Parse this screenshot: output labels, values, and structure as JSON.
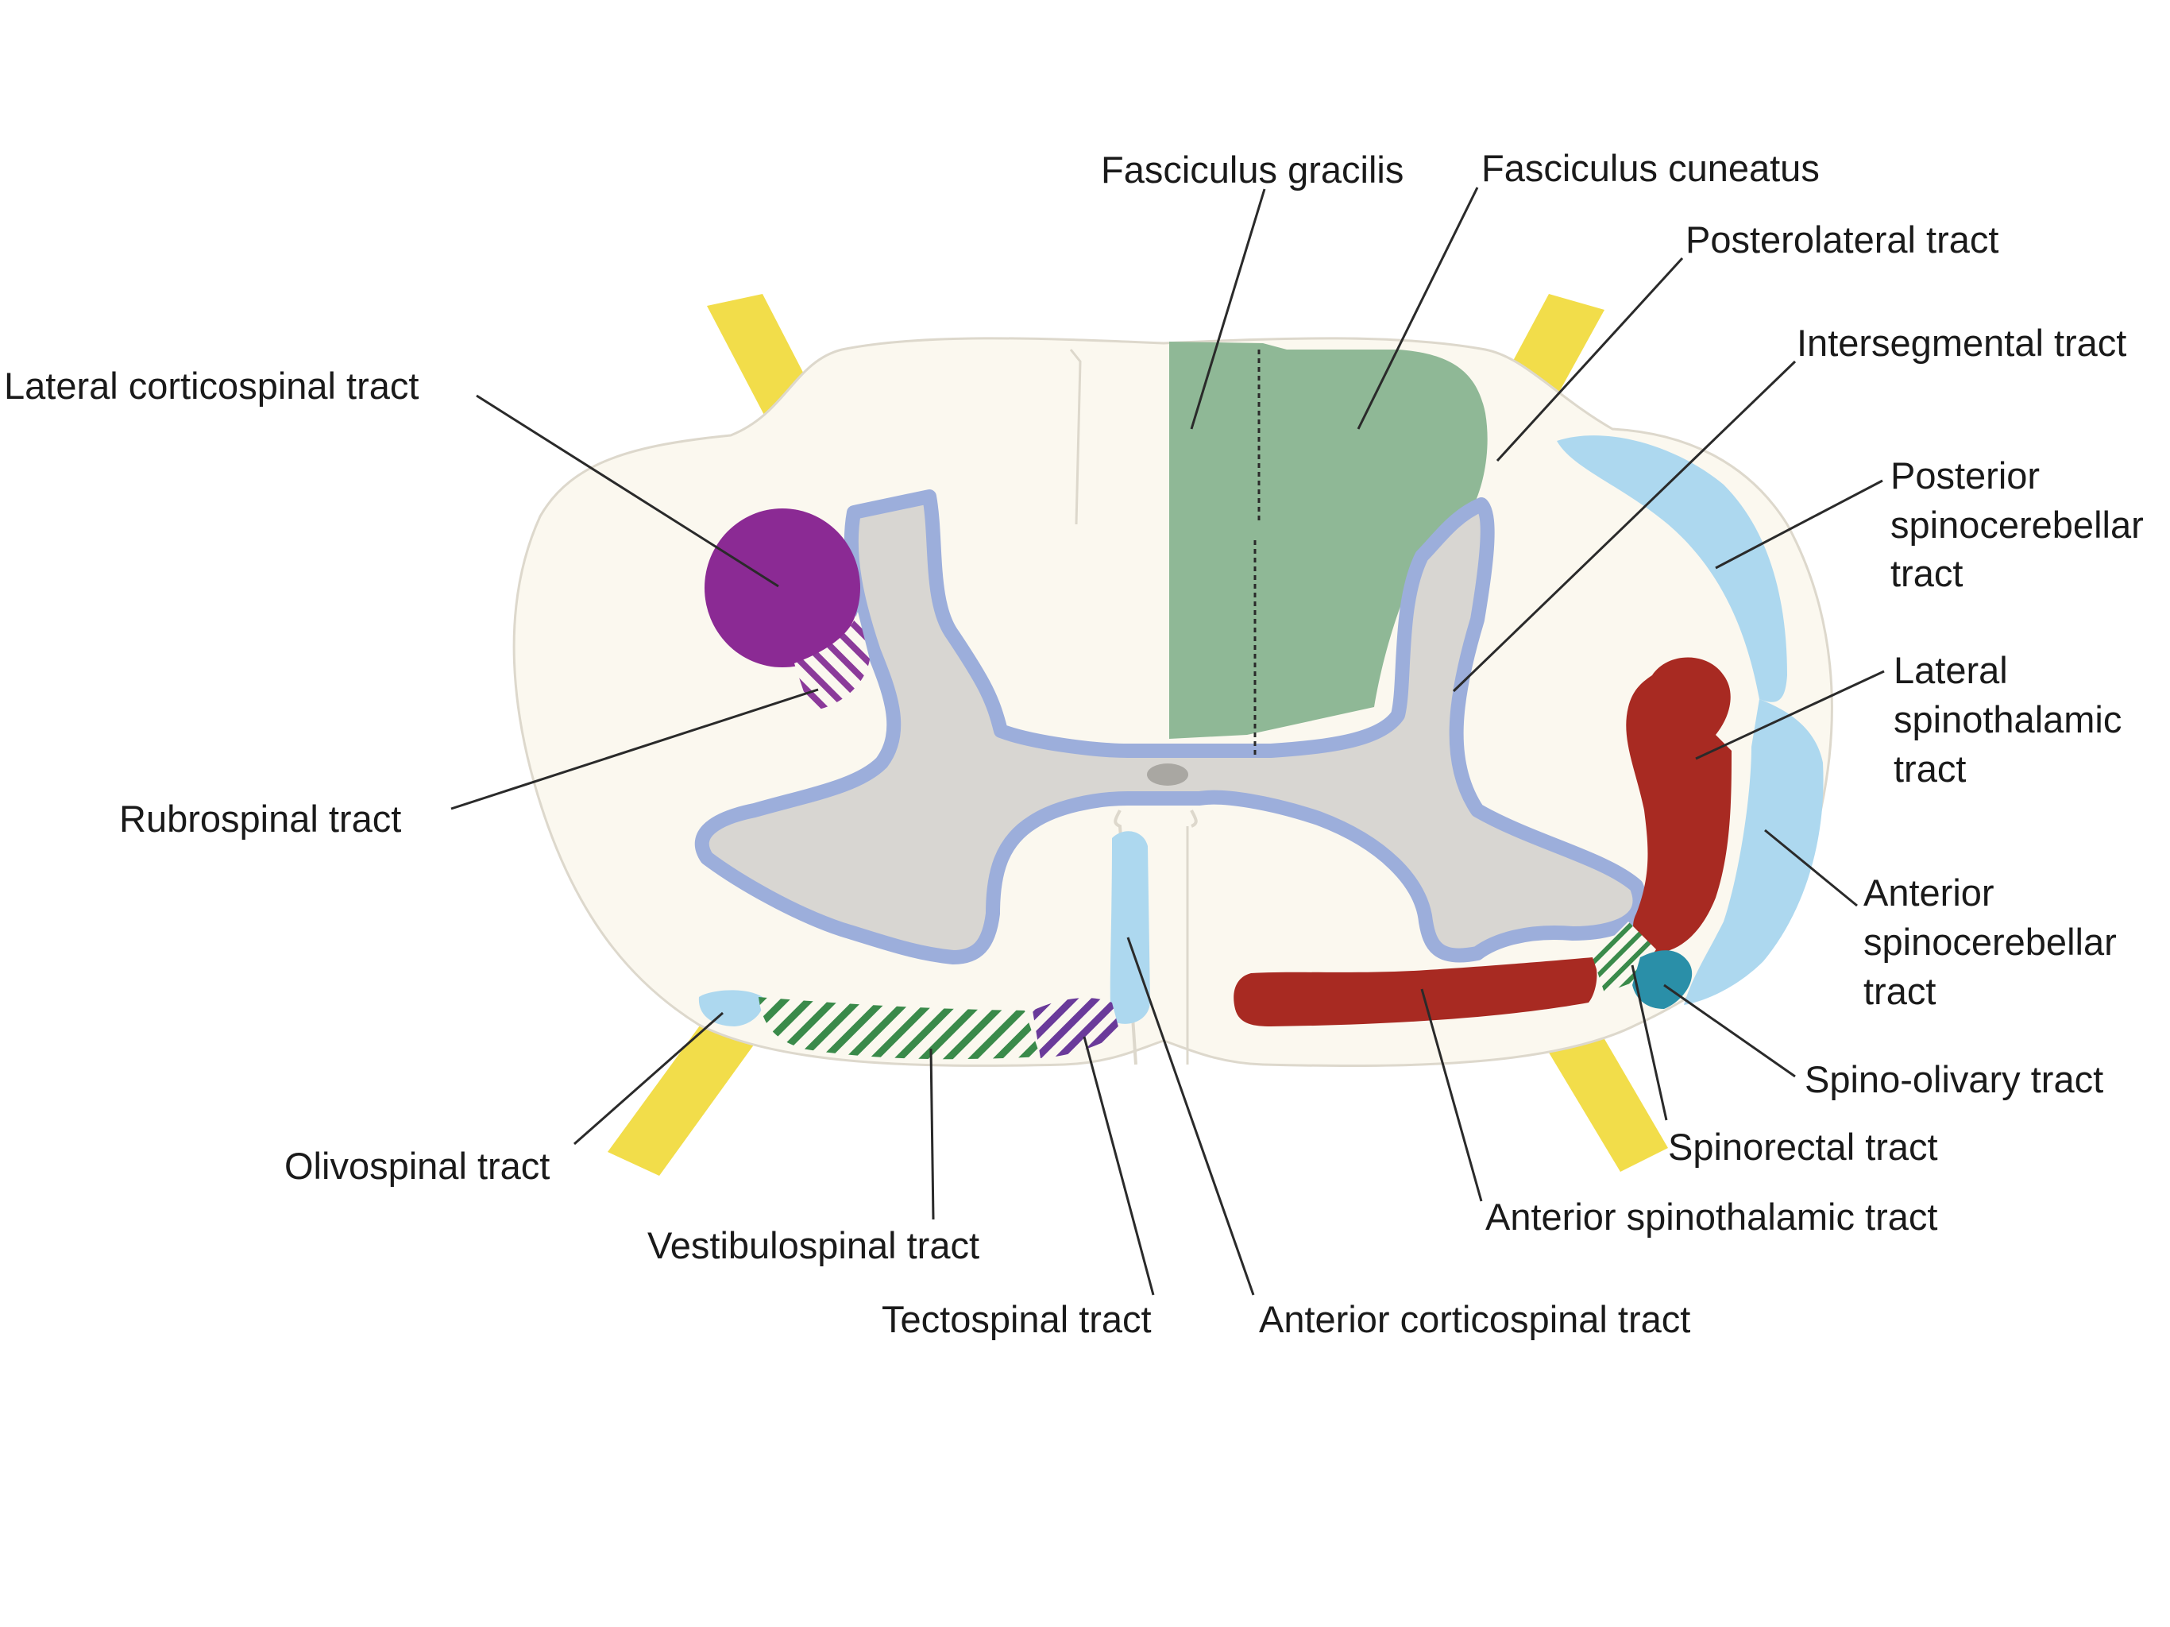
{
  "labels": {
    "fasciculus_gracilis": "Fasciculus gracilis",
    "fasciculus_cuneatus": "Fasciculus cuneatus",
    "posterolateral_tract": "Posterolateral tract",
    "intersegmental_tract": "Intersegmental tract",
    "lateral_corticospinal_tract": "Lateral corticospinal tract",
    "posterior_spinocerebellar": [
      "Posterior",
      "spinocerebellar",
      "tract"
    ],
    "lateral_spinothalamic": [
      "Lateral",
      "spinothalamic",
      "tract"
    ],
    "rubrospinal_tract": "Rubrospinal tract",
    "anterior_spinocerebellar": [
      "Anterior",
      "spinocerebellar",
      "tract"
    ],
    "spino_olivary_tract": "Spino-olivary tract",
    "spinorectal_tract": "Spinorectal tract",
    "olivospinal_tract": "Olivospinal tract",
    "anterior_spinothalamic_tract": "Anterior spinothalamic tract",
    "vestibulospinal_tract": "Vestibulospinal tract",
    "tectospinal_tract": "Tectospinal tract",
    "anterior_corticospinal_tract": "Anterior corticospinal tract"
  },
  "colors": {
    "white_matter": "#fbf8ef",
    "gray_matter": "#d8d6d2",
    "gray_border": "#9caedb",
    "nerve_root": "#f2dd4a",
    "dorsal_column": "#8fb896",
    "corticospinal_lateral": "#8b2a94",
    "spinothalamic": "#a82a22",
    "spinocerebellar": "#add8ef",
    "spino_olivary": "#2a8fa8",
    "vestibulospinal_hatch": "#3a8a4a",
    "tectospinal_hatch": "#6a3a9a",
    "olivospinal": "#add8ef",
    "anterior_corticospinal": "#add8ef"
  }
}
